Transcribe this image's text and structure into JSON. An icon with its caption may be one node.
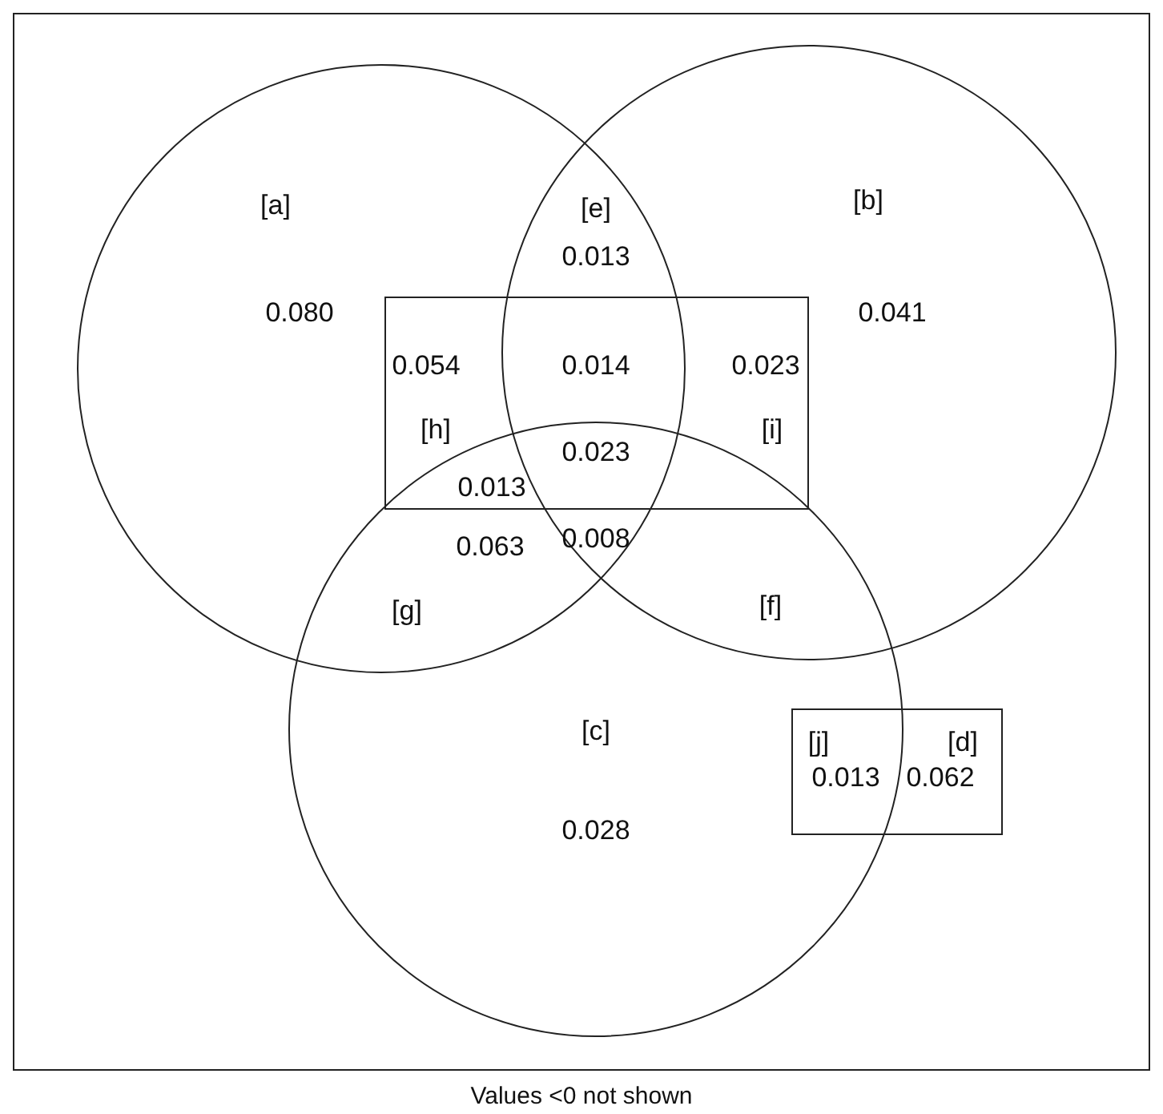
{
  "diagram": {
    "caption": "Values <0 not shown",
    "nodes": [
      {
        "text": [],
        "shape": "box"
      },
      {
        "text": [],
        "shape": "circle",
        "in": 0
      },
      {
        "text": [],
        "shape": "circle",
        "in": 0
      },
      {
        "text": [],
        "shape": "circle",
        "in": 0
      },
      {
        "text": [],
        "shape": "box",
        "in": 0
      },
      {
        "text": [],
        "shape": "box",
        "in": 0
      }
    ],
    "labels": [
      "[a]",
      "[e]",
      "[b]",
      "0.013",
      "0.080",
      "0.041",
      "0.054",
      "0.014",
      "0.023",
      "[h]",
      "[i]",
      "0.023",
      "0.013",
      "0.063",
      "0.008",
      "[g]",
      "[f]",
      "[c]",
      "[j]",
      "[d]",
      "0.013",
      "0.062",
      "0.028"
    ]
  }
}
